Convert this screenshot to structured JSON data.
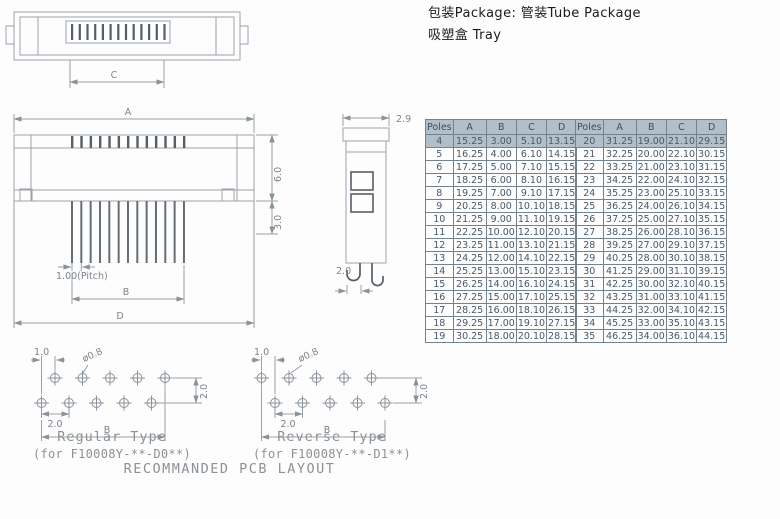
{
  "package_info": {
    "line1": "包装Package: 管装Tube Package",
    "line2": "吸塑盒 Tray"
  },
  "tables": {
    "headers": [
      "Poles",
      "A",
      "B",
      "C",
      "D"
    ],
    "table1_rows": [
      [
        "4",
        "15.25",
        "3.00",
        "5.10",
        "13.15"
      ],
      [
        "5",
        "16.25",
        "4.00",
        "6.10",
        "14.15"
      ],
      [
        "6",
        "17.25",
        "5.00",
        "7.10",
        "15.15"
      ],
      [
        "7",
        "18.25",
        "6.00",
        "8.10",
        "16.15"
      ],
      [
        "8",
        "19.25",
        "7.00",
        "9.10",
        "17.15"
      ],
      [
        "9",
        "20.25",
        "8.00",
        "10.10",
        "18.15"
      ],
      [
        "10",
        "21.25",
        "9.00",
        "11.10",
        "19.15"
      ],
      [
        "11",
        "22.25",
        "10.00",
        "12.10",
        "20.15"
      ],
      [
        "12",
        "23.25",
        "11.00",
        "13.10",
        "21.15"
      ],
      [
        "13",
        "24.25",
        "12.00",
        "14.10",
        "22.15"
      ],
      [
        "14",
        "25.25",
        "13.00",
        "15.10",
        "23.15"
      ],
      [
        "15",
        "26.25",
        "14.00",
        "16.10",
        "24.15"
      ],
      [
        "16",
        "27.25",
        "15.00",
        "17.10",
        "25.15"
      ],
      [
        "17",
        "28.25",
        "16.00",
        "18.10",
        "26.15"
      ],
      [
        "18",
        "29.25",
        "17.00",
        "19.10",
        "27.15"
      ],
      [
        "19",
        "30.25",
        "18.00",
        "20.10",
        "28.15"
      ]
    ],
    "table2_rows": [
      [
        "20",
        "31.25",
        "19.00",
        "21.10",
        "29.15"
      ],
      [
        "21",
        "32.25",
        "20.00",
        "22.10",
        "30.15"
      ],
      [
        "22",
        "33.25",
        "21.00",
        "23.10",
        "31.15"
      ],
      [
        "23",
        "34.25",
        "22.00",
        "24.10",
        "32.15"
      ],
      [
        "24",
        "35.25",
        "23.00",
        "25.10",
        "33.15"
      ],
      [
        "25",
        "36.25",
        "24.00",
        "26.10",
        "34.15"
      ],
      [
        "26",
        "37.25",
        "25.00",
        "27.10",
        "35.15"
      ],
      [
        "27",
        "38.25",
        "26.00",
        "28.10",
        "36.15"
      ],
      [
        "28",
        "39.25",
        "27.00",
        "29.10",
        "37.15"
      ],
      [
        "29",
        "40.25",
        "28.00",
        "30.10",
        "38.15"
      ],
      [
        "30",
        "41.25",
        "29.00",
        "31.10",
        "39.15"
      ],
      [
        "31",
        "42.25",
        "30.00",
        "32.10",
        "40.15"
      ],
      [
        "32",
        "43.25",
        "31.00",
        "33.10",
        "41.15"
      ],
      [
        "33",
        "44.25",
        "32.00",
        "34.10",
        "42.15"
      ],
      [
        "34",
        "45.25",
        "33.00",
        "35.10",
        "43.15"
      ],
      [
        "35",
        "46.25",
        "34.00",
        "36.10",
        "44.15"
      ]
    ]
  },
  "dims": {
    "c": "C",
    "a": "A",
    "body_h": "6.0",
    "pin_len": "3.0",
    "pitch": "1.00(Pitch)",
    "b": "B",
    "d": "D",
    "side_w": "2.9",
    "side_pin": "2.0",
    "pcb_offset": "1.0",
    "pcb_hole": "ø0.8",
    "pcb_rowgap": "2.0",
    "pcb_pitch": "2.0",
    "pcb_b": "B"
  },
  "footer": {
    "regular_title": "Regular Type",
    "regular_sub": "(for F10008Y-**-D0**)",
    "reverse_title": "Reverse Type",
    "reverse_sub": "(for F10008Y-**-D1**)",
    "note": "RECOMMANDED PCB LAYOUT"
  },
  "colors": {
    "table_header_fill": "#b2bfc9",
    "table_grid": "#72828e",
    "table_text": "#48586a",
    "drawing_line": "#9aa3aa",
    "drawing_dark": "#565e66",
    "dim_text": "#7b848c",
    "footer_text": "#8b9196"
  }
}
